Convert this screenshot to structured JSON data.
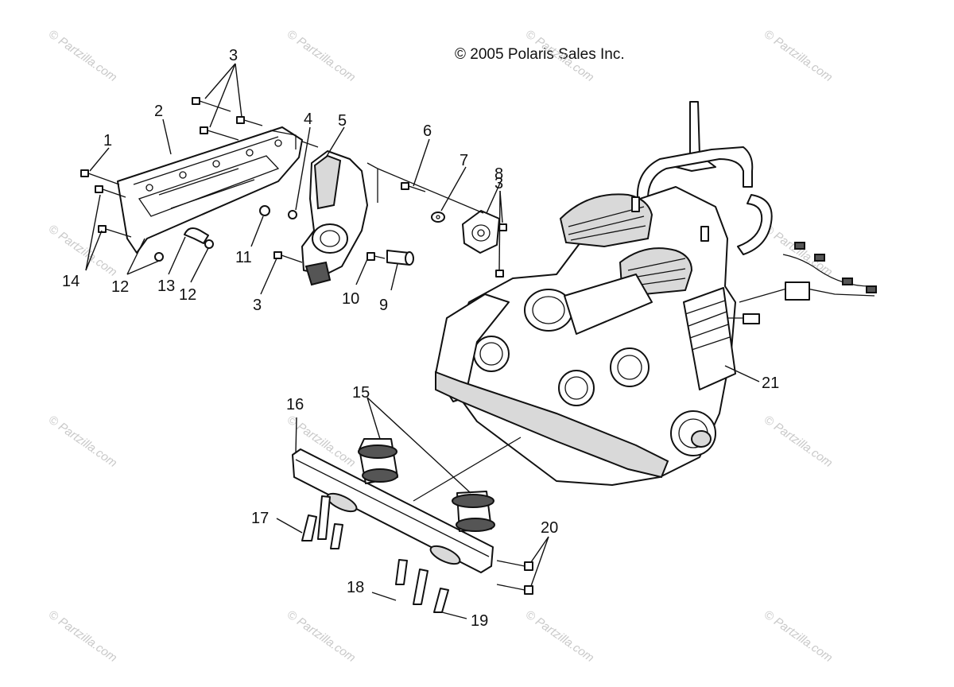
{
  "copyright": "© 2005 Polaris Sales Inc.",
  "watermark": "© Partzilla.com",
  "callouts": [
    "1",
    "2",
    "3",
    "3",
    "3",
    "4",
    "5",
    "6",
    "7",
    "8",
    "9",
    "10",
    "11",
    "12",
    "12",
    "13",
    "14",
    "15",
    "16",
    "17",
    "18",
    "19",
    "20",
    "21"
  ]
}
